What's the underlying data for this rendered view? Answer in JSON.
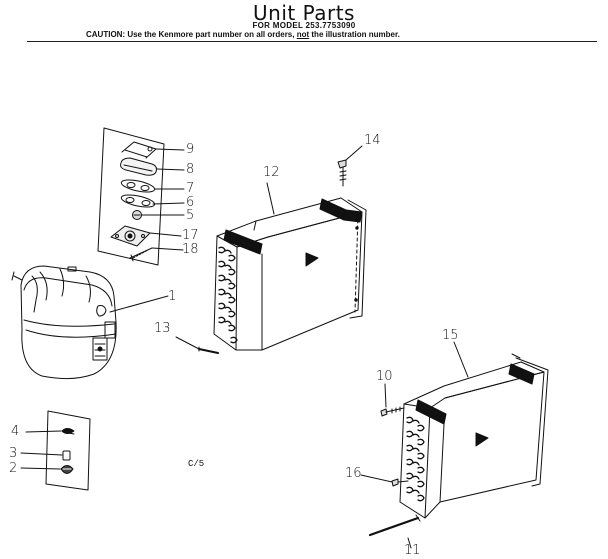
{
  "header": {
    "title": "Unit Parts",
    "model_line": "FOR MODEL 253.7753090",
    "caution_prefix": "CAUTION: Use the Kenmore part number on all orders,",
    "caution_not": "not",
    "caution_suffix": "the illustration number."
  },
  "callouts": {
    "c1": "1",
    "c2": "2",
    "c3": "3",
    "c4": "4",
    "c5": "5",
    "c6": "6",
    "c7": "7",
    "c8": "8",
    "c9": "9",
    "c10": "10",
    "c11": "11",
    "c12": "12",
    "c13": "13",
    "c14": "14",
    "c15": "15",
    "c16": "16",
    "c17": "17",
    "c18": "18"
  },
  "notes": {
    "page_code": "C/5"
  }
}
